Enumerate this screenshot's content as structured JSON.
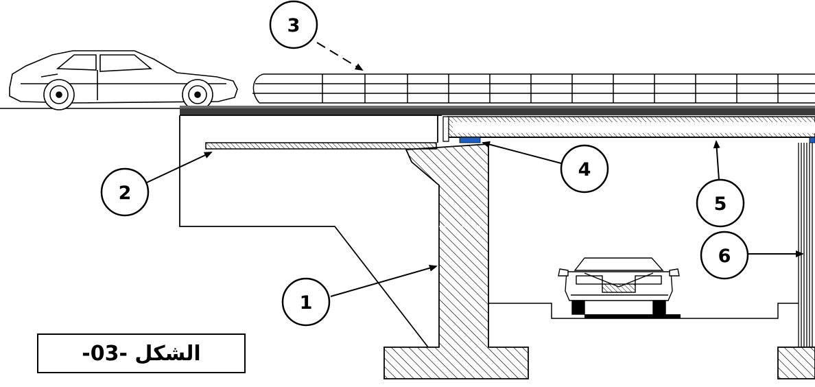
{
  "figure": {
    "caption": "الشكل -03-"
  },
  "callouts": [
    {
      "id": "1",
      "label": "1",
      "part": "abutment-wall"
    },
    {
      "id": "2",
      "label": "2",
      "part": "transition-slab"
    },
    {
      "id": "3",
      "label": "3",
      "part": "guard-railing"
    },
    {
      "id": "4",
      "label": "4",
      "part": "bearing"
    },
    {
      "id": "5",
      "label": "5",
      "part": "deck-girder"
    },
    {
      "id": "6",
      "label": "6",
      "part": "pier"
    }
  ],
  "colors": {
    "line": "#000000",
    "bearing": "#1f5fbf",
    "deck_surface": "#3a3a3a",
    "background": "#ffffff"
  },
  "icons": {
    "car_top": "side-view-car-icon",
    "car_bottom": "front-view-car-icon"
  }
}
